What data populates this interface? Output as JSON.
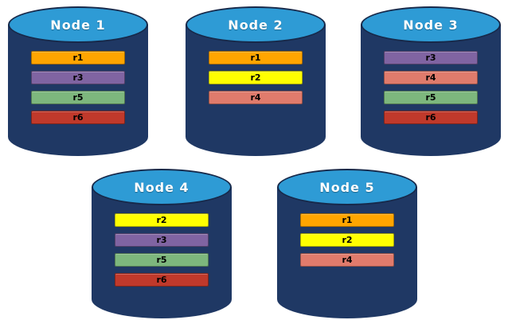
{
  "diagram": {
    "background": "#FFFFFF",
    "cylinder_body_color": "#1F3864",
    "cylinder_top_color": "#2E9BD5",
    "node_label_color": "#FFFFFF",
    "row_text_color": "#000000"
  },
  "nodes": [
    {
      "label": "Node 1",
      "rows": [
        {
          "label": "r1",
          "color": "#FFA500"
        },
        {
          "label": "r3",
          "color": "#8064A2"
        },
        {
          "label": "r5",
          "color": "#7DB77D"
        },
        {
          "label": "r6",
          "color": "#C0392B"
        }
      ]
    },
    {
      "label": "Node 2",
      "rows": [
        {
          "label": "r1",
          "color": "#FFA500"
        },
        {
          "label": "r2",
          "color": "#FFFF00"
        },
        {
          "label": "r4",
          "color": "#E07B6C"
        }
      ]
    },
    {
      "label": "Node 3",
      "rows": [
        {
          "label": "r3",
          "color": "#8064A2"
        },
        {
          "label": "r4",
          "color": "#E07B6C"
        },
        {
          "label": "r5",
          "color": "#7DB77D"
        },
        {
          "label": "r6",
          "color": "#C0392B"
        }
      ]
    },
    {
      "label": "Node 4",
      "rows": [
        {
          "label": "r2",
          "color": "#FFFF00"
        },
        {
          "label": "r3",
          "color": "#8064A2"
        },
        {
          "label": "r5",
          "color": "#7DB77D"
        },
        {
          "label": "r6",
          "color": "#C0392B"
        }
      ]
    },
    {
      "label": "Node 5",
      "rows": [
        {
          "label": "r1",
          "color": "#FFA500"
        },
        {
          "label": "r2",
          "color": "#FFFF00"
        },
        {
          "label": "r4",
          "color": "#E07B6C"
        }
      ]
    }
  ]
}
